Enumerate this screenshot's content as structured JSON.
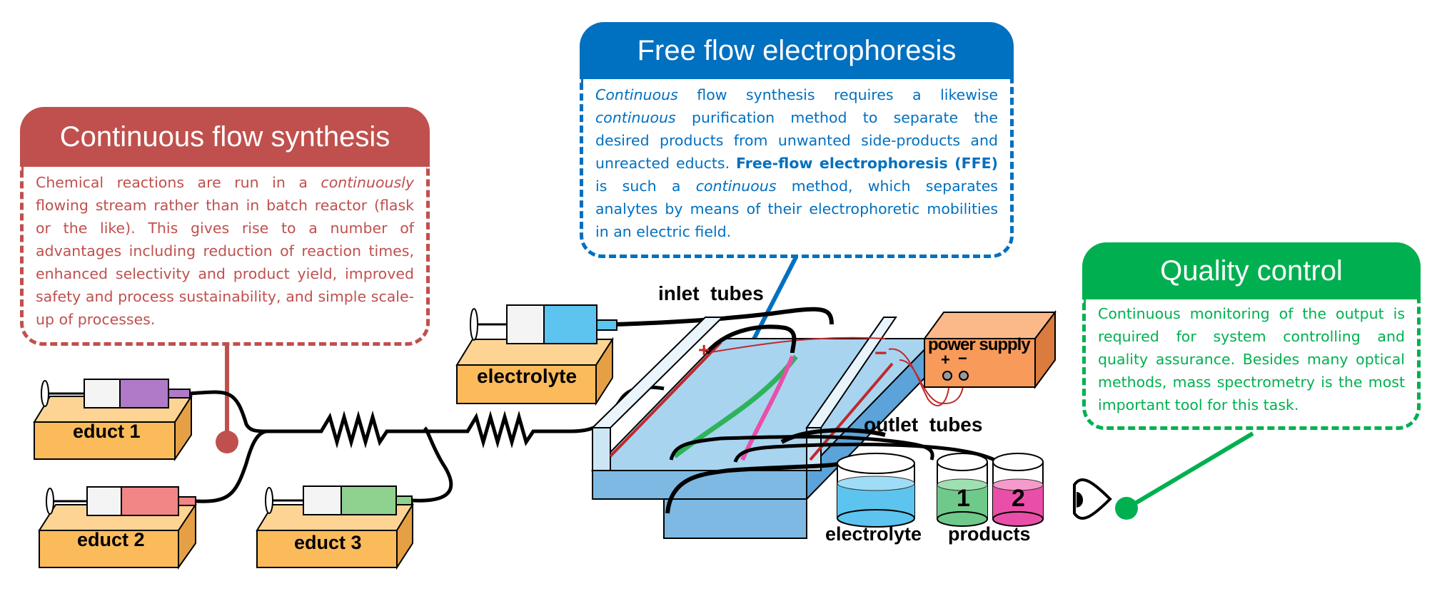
{
  "colors": {
    "synthesis": "#c0504d",
    "ffe": "#0070c0",
    "qc": "#00b050",
    "pump_base": "#fbbb5b",
    "power_supply": "#f79a5a",
    "chamber": "#a8d4f0"
  },
  "synthesis": {
    "title": "Continuous flow synthesis",
    "body": {
      "t1": "Chemical reactions are run in a ",
      "em1": "continuously",
      "t2": " flowing stream rather than in batch reactor (flask or the like). This gives rise to a number of advantages including reduction of reaction times, enhanced selectivity and product yield, improved safety and process sustainability, and simple scale-up of processes."
    }
  },
  "ffe": {
    "title": "Free flow electrophoresis",
    "body": {
      "em1": "Continuous",
      "t1": " flow synthesis requires a likewise ",
      "em2": "continuous",
      "t2": " purification method to separate the desired products from unwanted side-products and unreacted educts. ",
      "strong1": "Free-flow electrophoresis (FFE)",
      "t3": " is such a ",
      "em3": "continuous",
      "t4": " method, which separates analytes by means of their electrophoretic mobilities in an electric field."
    }
  },
  "qc": {
    "title": "Quality control",
    "body": "Continuous monitoring of the output is required for system controlling and quality assurance. Besides many optical methods, mass spectrometry is the most important tool for this task."
  },
  "labels": {
    "educt1": "educt 1",
    "educt2": "educt 2",
    "educt3": "educt 3",
    "electrolyte_pump": "electrolyte",
    "inlet_tubes": "inlet  tubes",
    "outlet_tubes": "outlet  tubes",
    "power_supply": "power supply",
    "plus": "+",
    "minus": "−",
    "electrolyte_beaker": "electrolyte",
    "products": "products",
    "beaker1": "1",
    "beaker2": "2"
  }
}
